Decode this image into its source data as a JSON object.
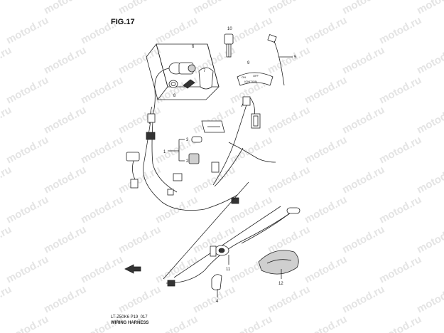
{
  "figure": {
    "title": "FIG.17",
    "code": "LT-Z50K6 P19_017",
    "caption": "WIRING HARNESS"
  },
  "watermark": {
    "text": "motod.ru",
    "color": "#e4e4e4"
  },
  "labels": {
    "p1": "1",
    "p2": "2",
    "p3": "3",
    "p4": "4",
    "p5": "5",
    "p6": "6",
    "p7": "7",
    "p8": "8",
    "p9": "9",
    "p10": "10",
    "p11": "11",
    "p12": "12"
  },
  "ignition_plate": {
    "line1": "ON",
    "line2": "OFF",
    "line3": "IGNITION"
  },
  "direction_arrow": {
    "icon": "front-direction-arrow-icon"
  }
}
